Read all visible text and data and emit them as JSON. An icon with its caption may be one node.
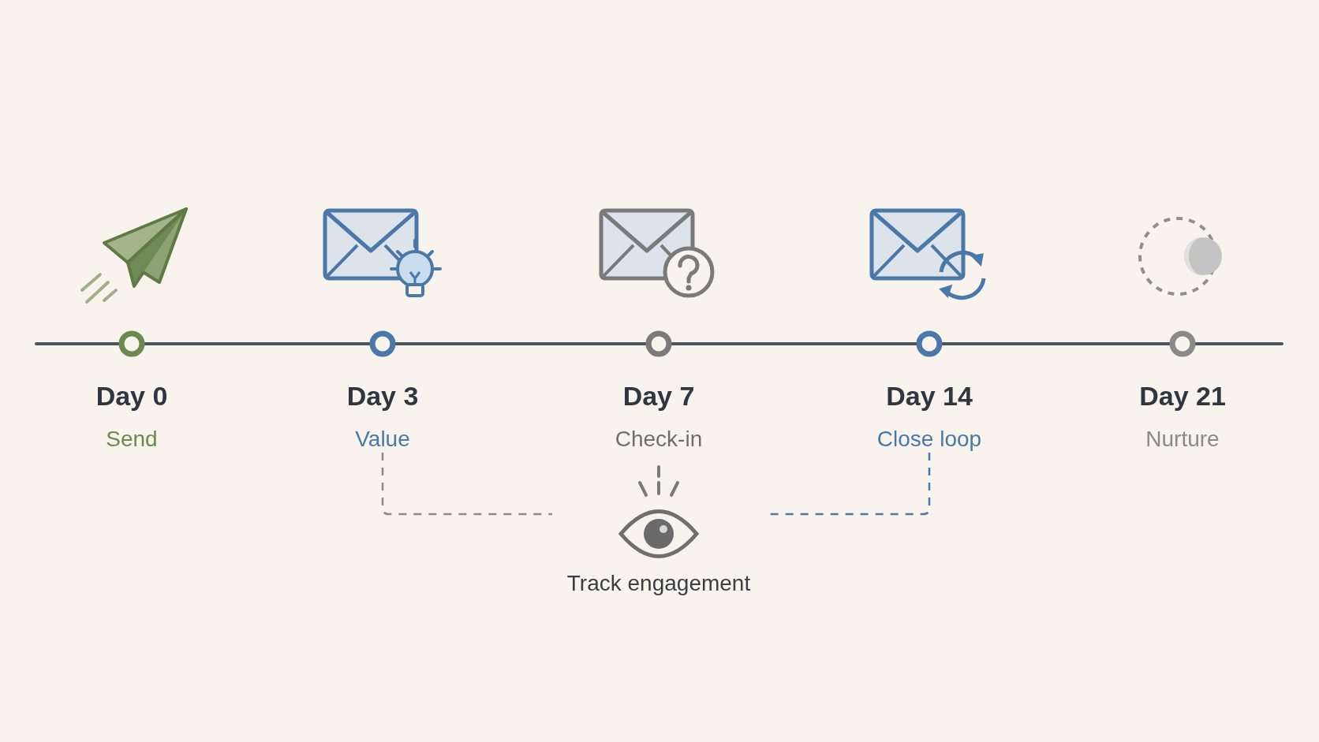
{
  "diagram": {
    "nodes": [
      {
        "text": [
          "Day 0",
          "Send"
        ]
      },
      {
        "text": [
          "Day 3",
          "Value"
        ]
      },
      {
        "text": [
          "Day 7",
          "Check-in"
        ]
      },
      {
        "text": [
          "Day 14",
          "Close loop"
        ]
      },
      {
        "text": [
          "Day 21",
          "Nurture"
        ]
      },
      {
        "text": [
          "Track engagement"
        ]
      }
    ],
    "edges": [
      {
        "from": 1,
        "to": 5,
        "arrow": "none",
        "style": "dashed",
        "color": "#8a8a8a"
      },
      {
        "from": 3,
        "to": 5,
        "arrow": "none",
        "style": "dashed",
        "color": "#4a78a8"
      }
    ]
  }
}
